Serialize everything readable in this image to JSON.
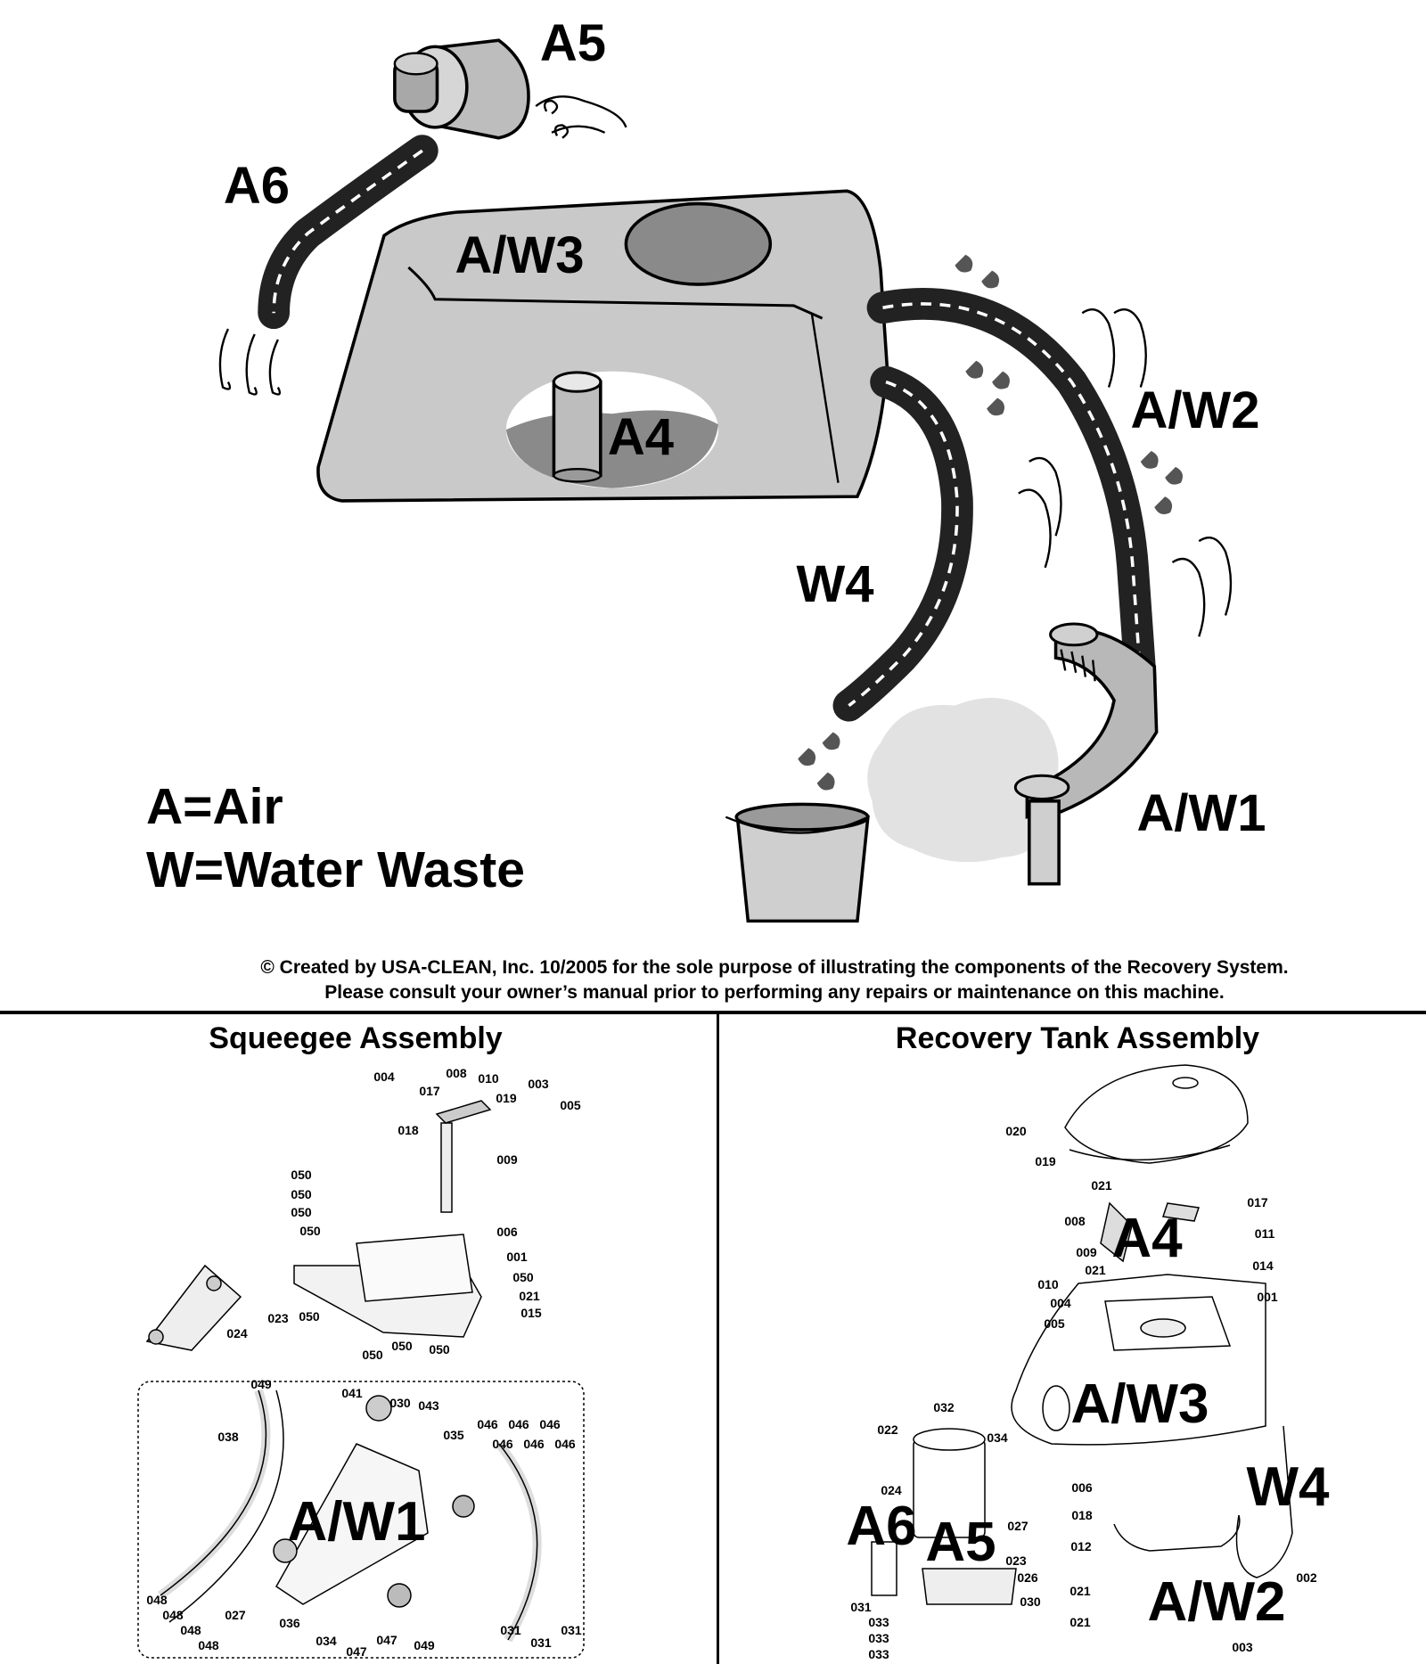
{
  "overview": {
    "labels": {
      "a5": "A5",
      "a6": "A6",
      "aw3": "A/W3",
      "a4": "A4",
      "aw2": "A/W2",
      "w4": "W4",
      "aw1": "A/W1"
    },
    "legend": {
      "air": "A=Air",
      "water": "W=Water Waste"
    },
    "copyright": {
      "line1": "© Created by USA-CLEAN, Inc. 10/2005 for the sole purpose of illustrating the components of the Recovery System.",
      "line2": "Please consult your owner’s manual prior to performing any repairs or maintenance on this machine."
    }
  },
  "squeegee": {
    "title": "Squeegee Assembly",
    "zone_label": "A/W1",
    "parts": [
      "004",
      "008",
      "010",
      "017",
      "019",
      "003",
      "005",
      "018",
      "009",
      "050",
      "050",
      "050",
      "050",
      "006",
      "001",
      "050",
      "021",
      "015",
      "023",
      "050",
      "050",
      "050",
      "050",
      "024",
      "049",
      "041",
      "030",
      "043",
      "035",
      "046",
      "046",
      "046",
      "046",
      "046",
      "046",
      "038",
      "048",
      "048",
      "048",
      "048",
      "027",
      "036",
      "034",
      "047",
      "047",
      "049",
      "031",
      "031",
      "031"
    ]
  },
  "recovery": {
    "title": "Recovery Tank Assembly",
    "zone_labels": {
      "a4": "A4",
      "aw3": "A/W3",
      "a6": "A6",
      "a5": "A5",
      "w4": "W4",
      "aw2": "A/W2"
    },
    "parts": [
      "020",
      "019",
      "021",
      "017",
      "008",
      "009",
      "021",
      "011",
      "014",
      "010",
      "004",
      "005",
      "001",
      "032",
      "022",
      "034",
      "024",
      "027",
      "023",
      "026",
      "030",
      "031",
      "033",
      "033",
      "033",
      "006",
      "018",
      "012",
      "021",
      "021",
      "002",
      "003"
    ]
  },
  "colors": {
    "tank": "#c9c9c9",
    "hose": "#2a2a2a",
    "water": "#8a8a8a",
    "cloud": "#e2e2e2"
  }
}
